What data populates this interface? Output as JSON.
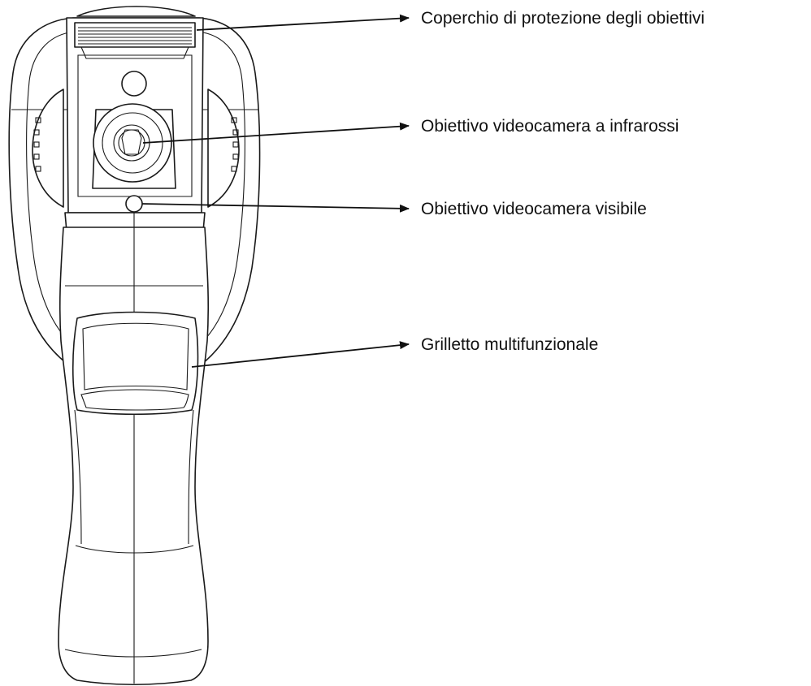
{
  "callouts": [
    {
      "id": "lens-cover",
      "text": "Coperchio di protezione degli obiettivi"
    },
    {
      "id": "ir-lens",
      "text": "Obiettivo videocamera a infrarossi"
    },
    {
      "id": "visible-lens",
      "text": "Obiettivo videocamera visibile"
    },
    {
      "id": "trigger",
      "text": "Grilletto multifunzionale"
    }
  ],
  "colors": {
    "line": "#1a1a1a",
    "background": "#ffffff"
  }
}
